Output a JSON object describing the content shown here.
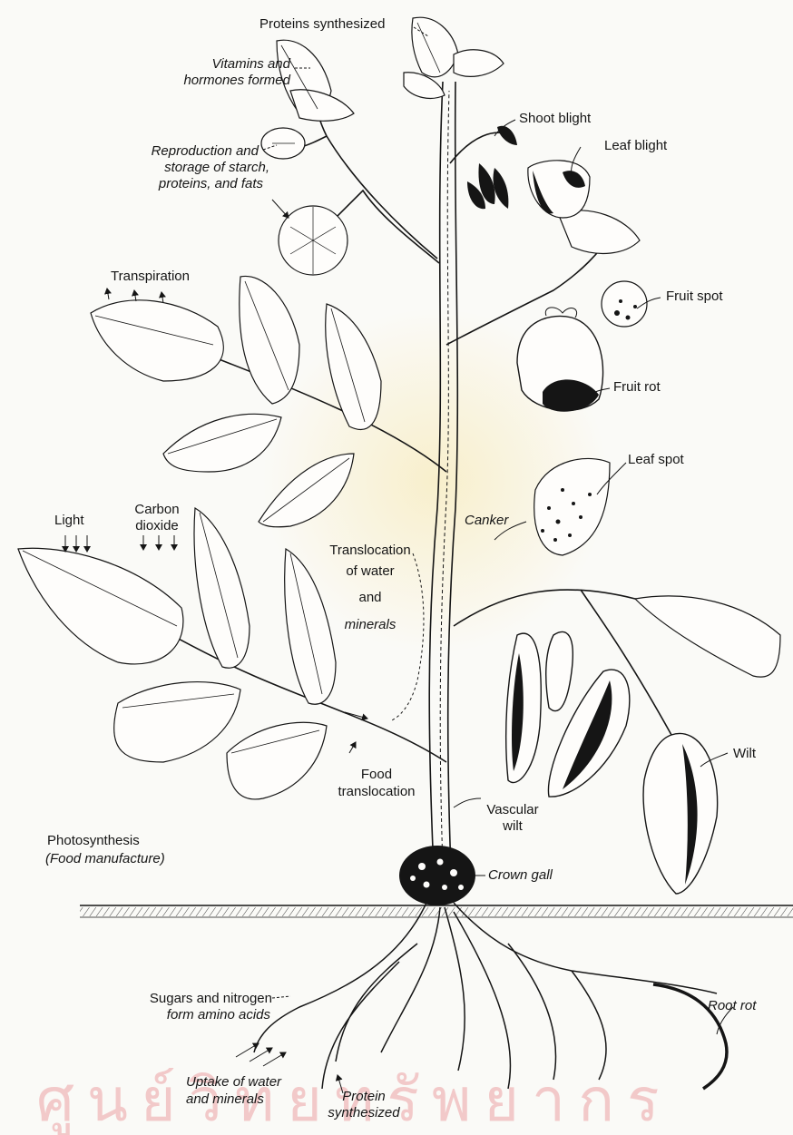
{
  "diagram": {
    "functions": {
      "proteins_top": "Proteins synthesized",
      "vitamins_l1": "Vitamins and",
      "vitamins_l2": "hormones formed",
      "repro_l1": "Reproduction and",
      "repro_l2": "storage of starch,",
      "repro_l3": "proteins, and fats",
      "transpiration": "Transpiration",
      "light": "Light",
      "co2_l1": "Carbon",
      "co2_l2": "dioxide",
      "transloc_l1": "Translocation",
      "transloc_l2": "of water",
      "transloc_l3": "and",
      "transloc_l4": "minerals",
      "food_l1": "Food",
      "food_l2": "translocation",
      "photo_l1": "Photosynthesis",
      "photo_l2": "(Food manufacture)",
      "sugars_l1": "Sugars and nitrogen",
      "sugars_l2": "form amino acids",
      "uptake_l1": "Uptake of water",
      "uptake_l2": "and minerals",
      "protein_bottom_l1": "Protein",
      "protein_bottom_l2": "synthesized"
    },
    "diseases": {
      "shoot_blight": "Shoot blight",
      "leaf_blight": "Leaf blight",
      "fruit_spot": "Fruit spot",
      "fruit_rot": "Fruit rot",
      "leaf_spot": "Leaf spot",
      "canker": "Canker",
      "wilt": "Wilt",
      "vascular_l1": "Vascular",
      "vascular_l2": "wilt",
      "crown_gall": "Crown gall",
      "root_rot": "Root rot"
    },
    "watermark_text": "ศูนย์วิทยทรัพยากร",
    "colors": {
      "ink": "#151515",
      "watermark": "#f2c9c9",
      "paper": "#fafaf7"
    }
  }
}
